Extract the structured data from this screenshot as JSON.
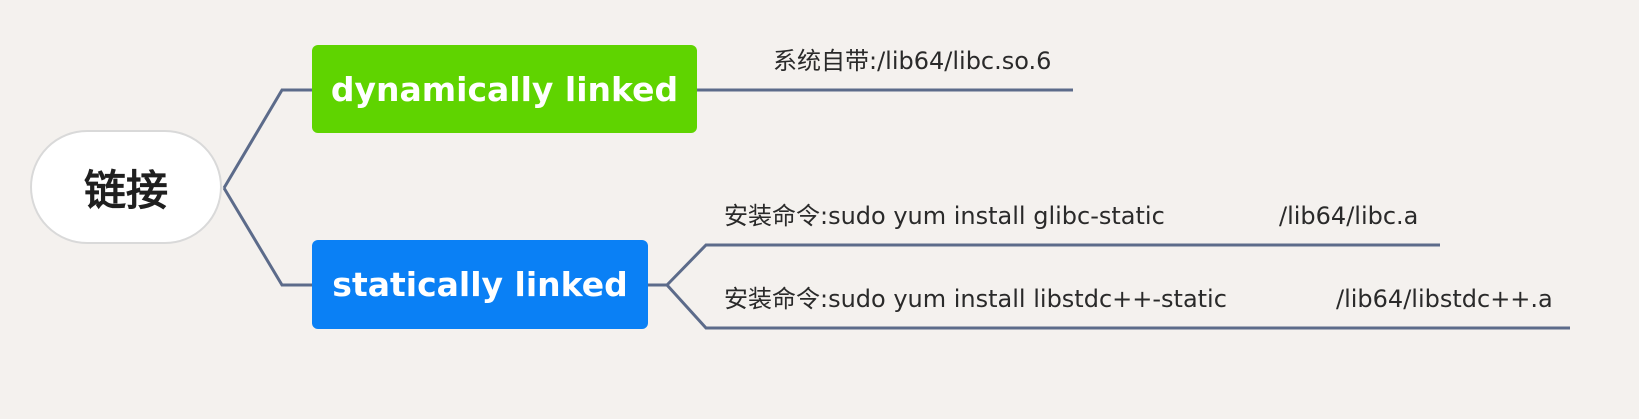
{
  "root": {
    "label": "链接"
  },
  "branches": [
    {
      "label": "dynamically linked",
      "color": "#5fd400",
      "children": [
        {
          "label": "系统自带:/lib64/libc.so.6"
        }
      ]
    },
    {
      "label": "statically linked",
      "color": "#0a80f5",
      "children": [
        {
          "label": "安装命令:sudo yum install glibc-static",
          "children": [
            {
              "label": "/lib64/libc.a"
            }
          ]
        },
        {
          "label": "安装命令:sudo yum install libstdc++-static",
          "children": [
            {
              "label": "/lib64/libstdc++.a"
            }
          ]
        }
      ]
    }
  ],
  "colors": {
    "connector": "#5c6b8a",
    "background": "#f4f1ee"
  }
}
